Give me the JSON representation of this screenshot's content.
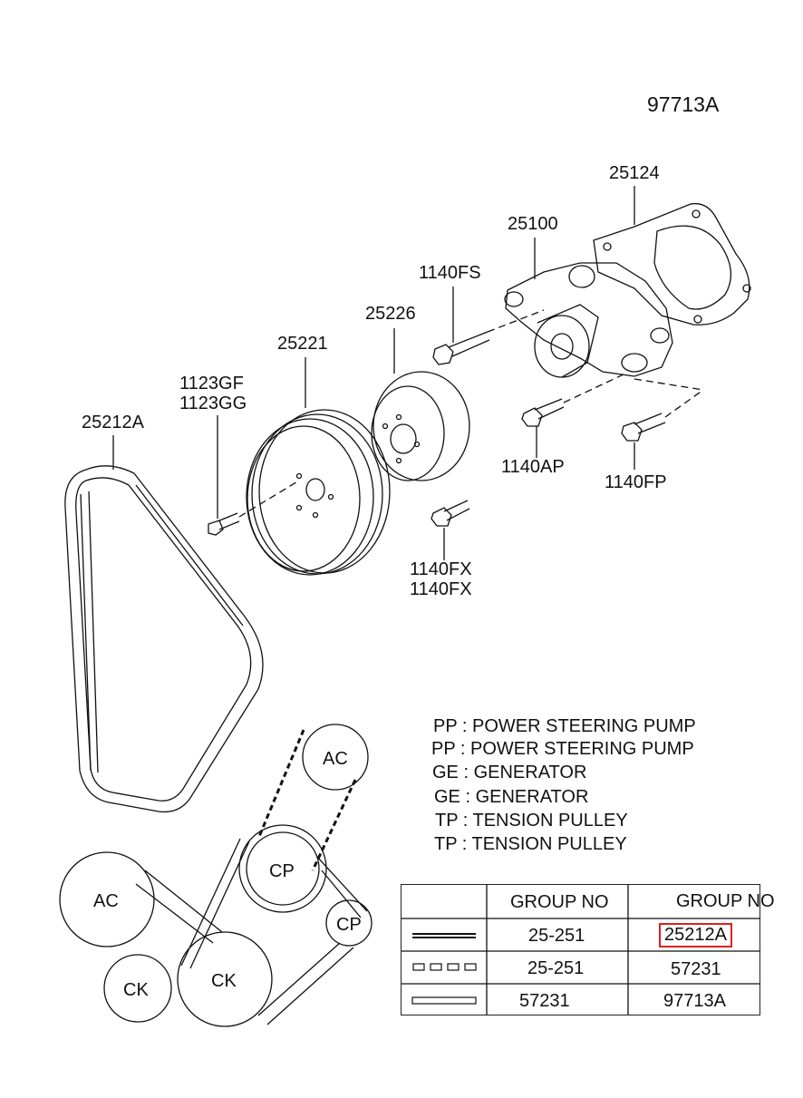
{
  "diagram_id": "97713A",
  "parts": {
    "gasket": "25124",
    "water_pump": "25100",
    "bolt_fs": "1140FS",
    "pulley_pump": "25226",
    "pulley_crank": "25221",
    "bolt_gf": "1123GF",
    "bolt_gg": "1123GG",
    "belt": "25212A",
    "bolt_ap": "1140AP",
    "bolt_fp": "1140FP",
    "bolt_fx_1": "1140FX",
    "bolt_fx_2": "1140FX"
  },
  "legend": [
    "PP : POWER STEERING PUMP",
    "PP : POWER STEERING PUMP",
    "GE : GENERATOR",
    "GE : GENERATOR",
    "TP : TENSION PULLEY",
    "TP : TENSION PULLEY"
  ],
  "belt_layout": {
    "pulleys": [
      "AC",
      "CP",
      "AC",
      "CP",
      "CK",
      "CK"
    ]
  },
  "table": {
    "headers": [
      "GROUP NO",
      "GROUP NO"
    ],
    "rows": [
      {
        "col1": "25-251",
        "col2": "25212A",
        "highlighted": true
      },
      {
        "col1": "25-251",
        "col2": "57231",
        "highlighted": false
      },
      {
        "col1": "57231",
        "col2": "97713A",
        "highlighted": false
      }
    ]
  },
  "colors": {
    "line": "#111111",
    "highlight": "#e02020"
  }
}
